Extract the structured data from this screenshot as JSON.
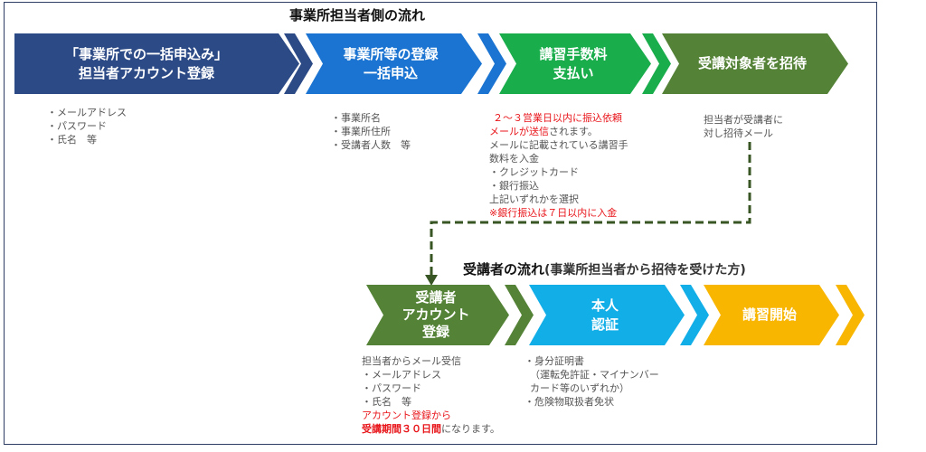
{
  "top_title": "事業所担当者側の流れ",
  "flow_top": [
    {
      "line1": "「事業所での一括申込み」",
      "line2": "担当者アカウント登録"
    },
    {
      "line1": "事業所等の登録",
      "line2": "一括申込"
    },
    {
      "line1": "講習手数料",
      "line2": "支払い"
    },
    {
      "line1": "受講対象者を招待",
      "line2": ""
    }
  ],
  "notes_top": {
    "step1": [
      "・メールアドレス",
      "・パスワード",
      "・氏名　等"
    ],
    "step2": [
      "・事業所名",
      "・事業所住所",
      "・受講者人数　等"
    ],
    "step3": {
      "red1": "２～３営業日以内に振込依頼",
      "red2": "メールが送信",
      "rest2": "されます。",
      "lines": [
        "メールに記載されている講習手",
        "数料を入金",
        "・クレジットカード",
        "・銀行振込",
        "上記いずれかを選択"
      ],
      "red_last": "※銀行振込は７日以内に入金"
    },
    "step4": [
      "担当者が受講者に",
      "対し招待メール"
    ]
  },
  "bottom_title": {
    "main": "受講者の流れ",
    "sub": "(事業所担当者から招待を受けた方)"
  },
  "flow_bottom": [
    {
      "line1": "受講者",
      "line2": "アカウント",
      "line3": "登録"
    },
    {
      "line1": "本人",
      "line2": "認証"
    },
    {
      "line1": "講習開始"
    }
  ],
  "notes_bottom": {
    "step1": {
      "lines": [
        "担当者からメール受信",
        "・メールアドレス",
        "・パスワード",
        "・氏名　等"
      ],
      "red1": "アカウント登録から",
      "redb2": "受講期間３０日間",
      "rest2": "になります。"
    },
    "step2": [
      "・身分証明書",
      "（運転免許証・マイナンバー",
      "カード等のいずれか）",
      "・危険物取扱者免状"
    ]
  },
  "colors": {
    "navy": "#2c4a86",
    "blue": "#1b74d1",
    "green": "#19ad4c",
    "olive": "#548236",
    "cyan": "#12aee8",
    "amber": "#f8b600",
    "red": "#e8161b"
  }
}
